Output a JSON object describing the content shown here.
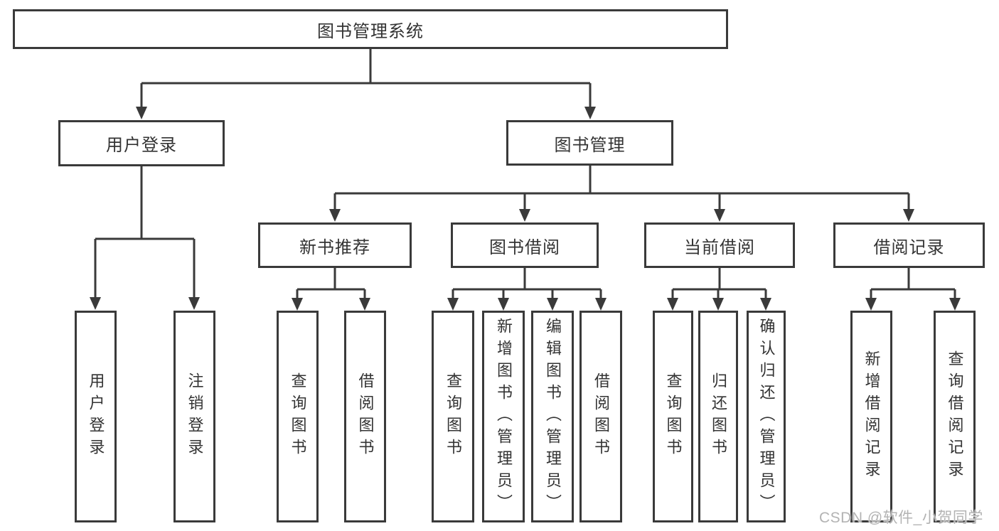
{
  "tree": {
    "root": {
      "label": "图书管理系统"
    },
    "branches": [
      {
        "label": "用户登录",
        "children": [
          {
            "label": "用户登录"
          },
          {
            "label": "注销登录"
          }
        ]
      },
      {
        "label": "图书管理",
        "children": [
          {
            "label": "新书推荐",
            "children": [
              {
                "label": "查询图书"
              },
              {
                "label": "借阅图书"
              }
            ]
          },
          {
            "label": "图书借阅",
            "children": [
              {
                "label": "查询图书"
              },
              {
                "label": "新增图书（管理员）"
              },
              {
                "label": "编辑图书（管理员）"
              },
              {
                "label": "借阅图书"
              }
            ]
          },
          {
            "label": "当前借阅",
            "children": [
              {
                "label": "查询图书"
              },
              {
                "label": "归还图书"
              },
              {
                "label": "确认归还（管理员）"
              }
            ]
          },
          {
            "label": "借阅记录",
            "children": [
              {
                "label": "新增借阅记录"
              },
              {
                "label": "查询借阅记录"
              }
            ]
          }
        ]
      }
    ]
  },
  "watermark": {
    "text": "CSDN @软件_小贺同学"
  },
  "colors": {
    "line": "#3a3a3a",
    "text": "#333333",
    "background": "#ffffff",
    "watermark": "#b3b3b3"
  }
}
